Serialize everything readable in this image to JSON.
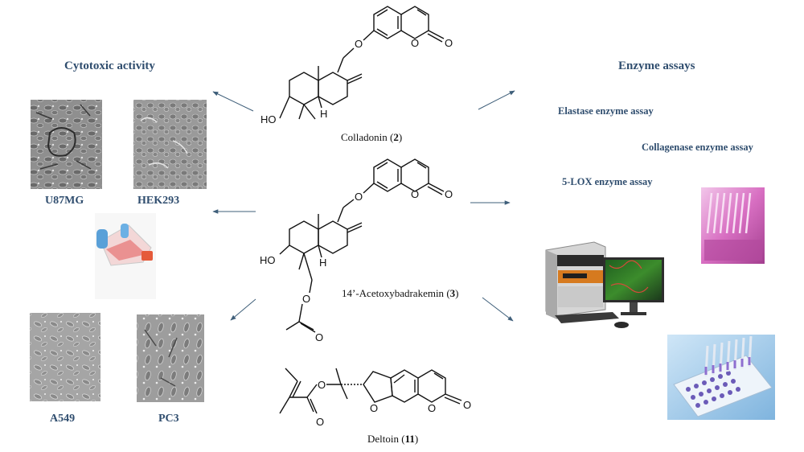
{
  "headings": {
    "cytotoxic": "Cytotoxic activity",
    "enzyme": "Enzyme assays"
  },
  "cell_lines": [
    "U87MG",
    "HEK293",
    "A549",
    "PC3"
  ],
  "assays": [
    "Elastase enzyme assay",
    "Collagenase enzyme assay",
    "5-LOX enzyme assay"
  ],
  "compounds": [
    {
      "name": "Colladonin",
      "number": "2"
    },
    {
      "name": "14’-Acetoxybadrakemin",
      "number": "3"
    },
    {
      "name": "Deltoin",
      "number": "11"
    }
  ],
  "atom_labels": {
    "o": "O",
    "ho": "HO",
    "h": "H"
  },
  "colors": {
    "heading": "#2f4d6e",
    "arrow": "#3f5f7a"
  }
}
